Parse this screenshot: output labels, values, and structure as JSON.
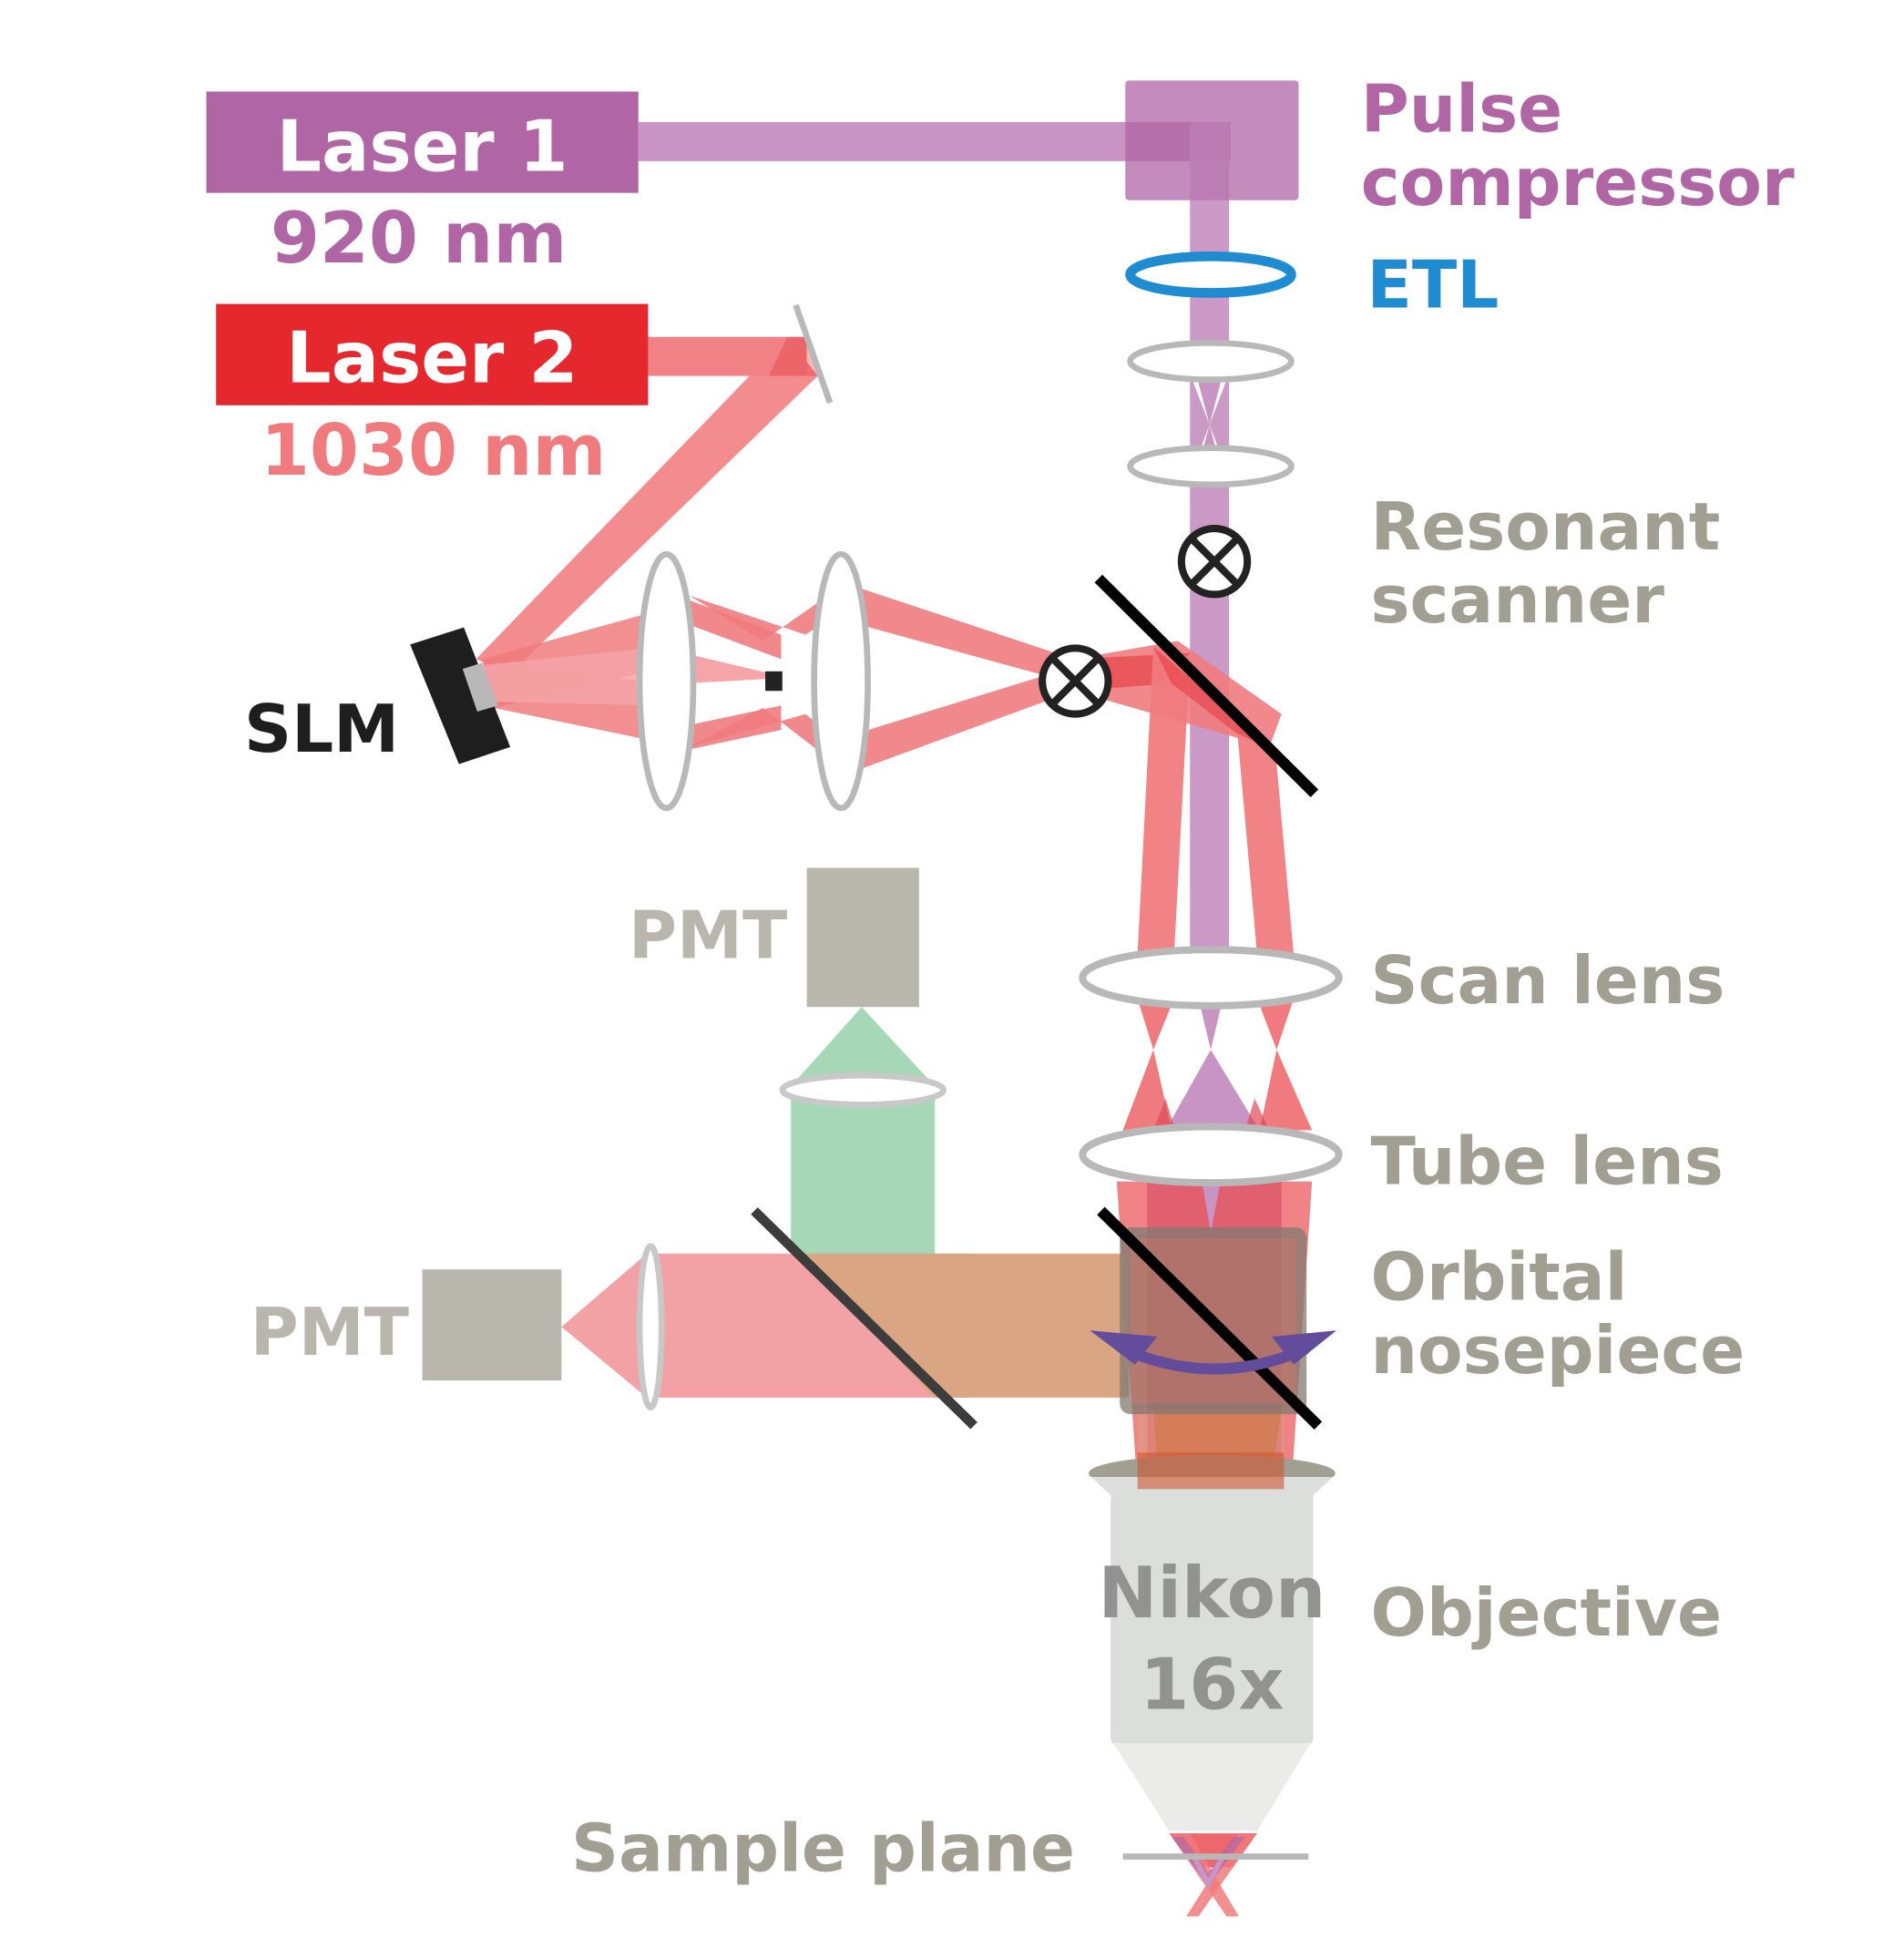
{
  "diagram": {
    "title": "Two-photon microscope optical path",
    "colors": {
      "laser1": "#b065a5",
      "laser1_beam": "#c894c3",
      "laser2": "#e5282e",
      "laser2_beam": "#f07b7e",
      "laser2_text": "#f07b7e",
      "etl": "#1f8bd0",
      "gray_label": "#a19e92",
      "pmt_box": "#b9b6ad",
      "pmt_text": "#b9b6ad",
      "lens_outline": "#b8b8b8",
      "green_emission": "#a6d7b6",
      "red_emission": "#f2a1a5",
      "mixed_emission": "#d9a582",
      "arrow_purple": "#644c9c",
      "nosepiece_frame": "#827a70",
      "objective_body": "#dcdedb",
      "objective_cap": "#a19e92",
      "slm_body": "#1e1e1e",
      "black": "#111111"
    },
    "lasers": [
      {
        "id": "laser1",
        "label": "Laser 1",
        "wavelength": "920 nm"
      },
      {
        "id": "laser2",
        "label": "Laser 2",
        "wavelength": "1030 nm"
      }
    ],
    "components": {
      "pulse_compressor": [
        "Pulse",
        "compressor"
      ],
      "etl": "ETL",
      "resonant_scanner": [
        "Resonant",
        "scanner"
      ],
      "slm": "SLM",
      "scan_lens": "Scan lens",
      "tube_lens": "Tube lens",
      "orbital_nosepiece": [
        "Orbital",
        "nosepiece"
      ],
      "objective": "Objective",
      "objective_brand": [
        "Nikon",
        "16x"
      ],
      "sample_plane": "Sample plane",
      "pmt_top": "PMT",
      "pmt_left": "PMT"
    }
  }
}
